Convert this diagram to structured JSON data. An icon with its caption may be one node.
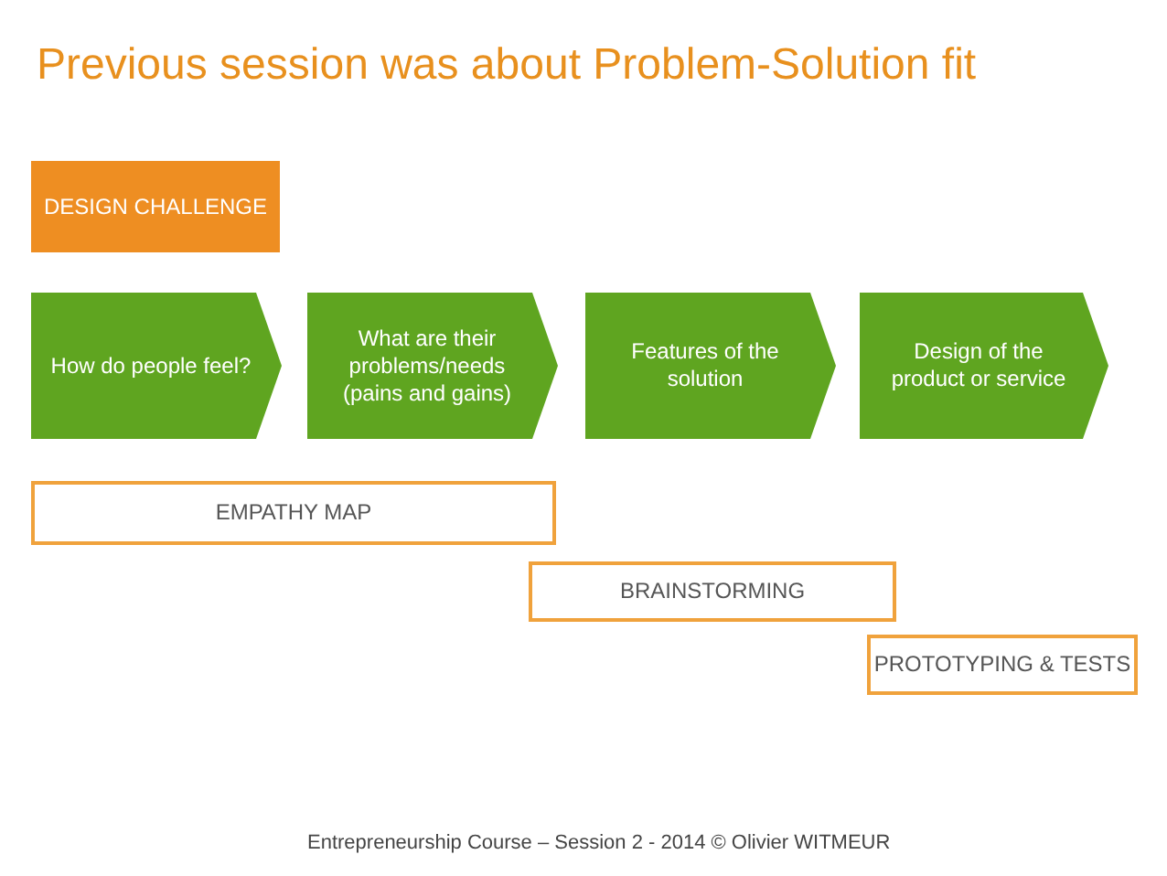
{
  "diagram": {
    "title": "Previous session was about Problem-Solution fit",
    "nodes": [
      {
        "text": [
          "DESIGN CHALLENGE"
        ]
      },
      {
        "text": [
          "How do people feel?"
        ]
      },
      {
        "text": [
          "What are their problems/needs (pains and gains)"
        ]
      },
      {
        "text": [
          "Features of the solution"
        ]
      },
      {
        "text": [
          "Design of the product or service"
        ]
      },
      {
        "text": [
          "EMPATHY MAP"
        ]
      },
      {
        "text": [
          "BRAINSTORMING"
        ]
      },
      {
        "text": [
          "PROTOTYPING & TESTS"
        ]
      }
    ],
    "labels": [
      "Entrepreneurship Course – Session 2 - 2014 © Olivier WITMEUR"
    ]
  }
}
